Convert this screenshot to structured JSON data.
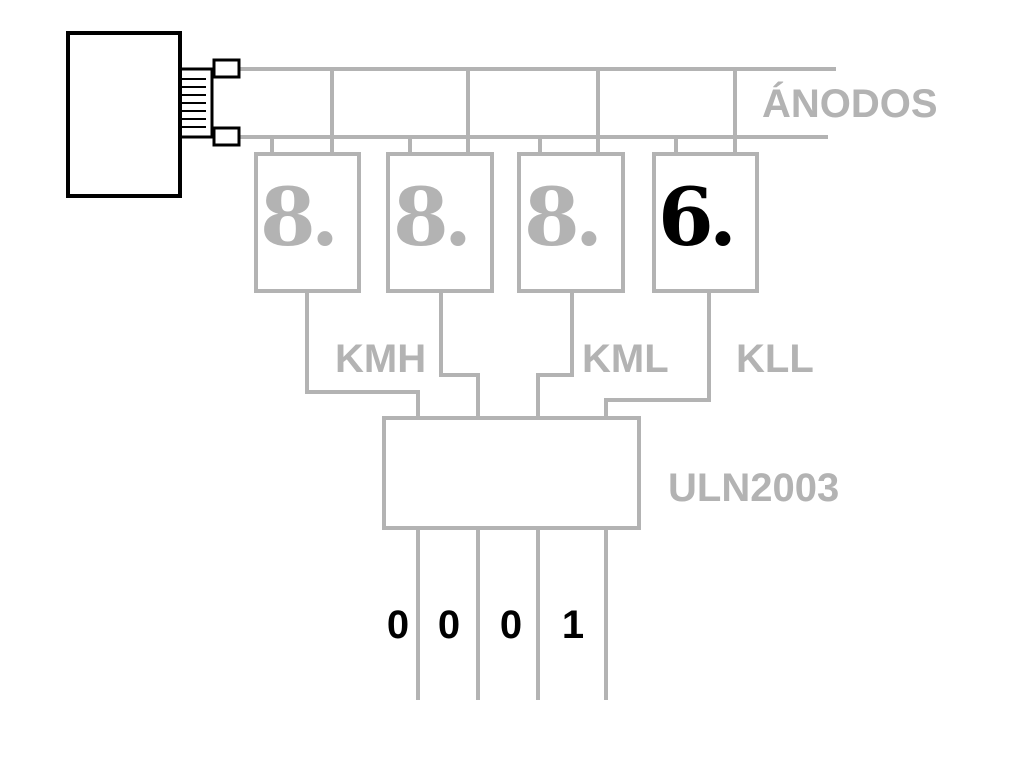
{
  "labels": {
    "anodes": "ÁNODOS",
    "kmh": "KMH",
    "kml": "KML",
    "kll": "KLL",
    "driver": "ULN2003"
  },
  "displays": [
    {
      "digit": "8",
      "dot": ".",
      "state": "off"
    },
    {
      "digit": "8",
      "dot": ".",
      "state": "off"
    },
    {
      "digit": "8",
      "dot": ".",
      "state": "off"
    },
    {
      "digit": "6",
      "dot": ".",
      "state": "on"
    }
  ],
  "inputs": [
    "0",
    "0",
    "0",
    "1"
  ],
  "colors": {
    "inactive": "#b3b3b3",
    "active": "#000000",
    "background": "#ffffff"
  }
}
